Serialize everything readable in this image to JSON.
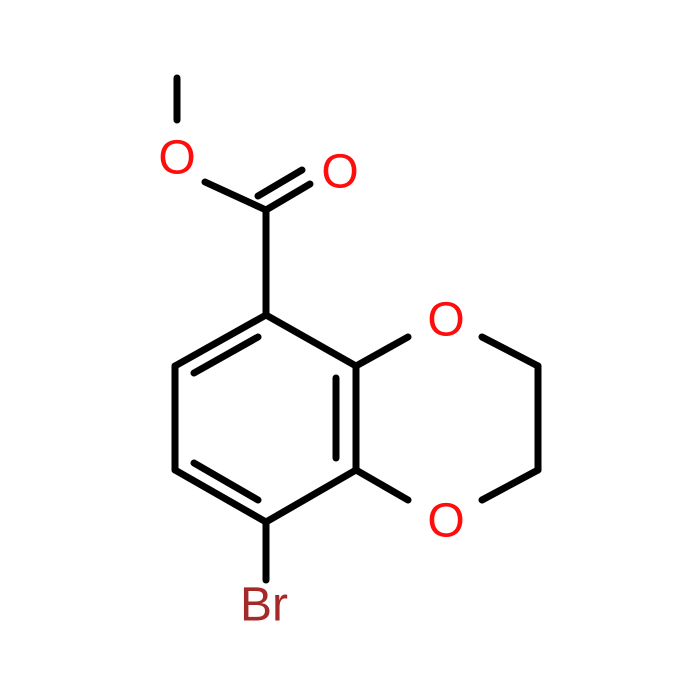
{
  "structure": {
    "atoms": [
      {
        "id": "o-methoxy",
        "element": "O",
        "label": "O",
        "color": "#ff0d0d"
      },
      {
        "id": "o-carbonyl",
        "element": "O",
        "label": "O",
        "color": "#ff0d0d"
      },
      {
        "id": "o-ring-top",
        "element": "O",
        "label": "O",
        "color": "#ff0d0d"
      },
      {
        "id": "o-ring-bottom",
        "element": "O",
        "label": "O",
        "color": "#ff0d0d"
      },
      {
        "id": "br",
        "element": "Br",
        "label": "Br",
        "color": "#a62929"
      }
    ],
    "bond_color": "#000000"
  }
}
